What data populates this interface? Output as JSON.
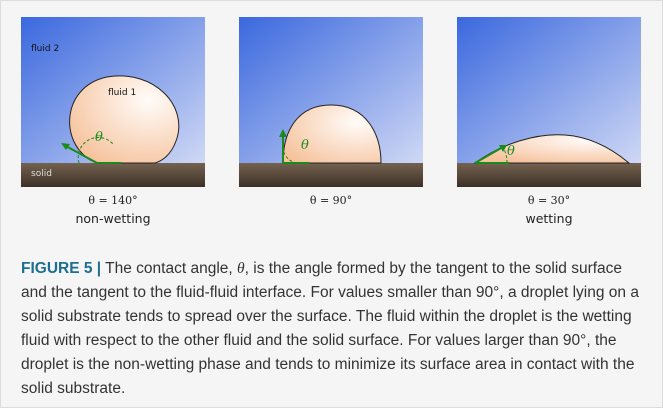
{
  "panels": [
    {
      "fluid2_label": "fluid 2",
      "fluid1_label": "fluid 1",
      "solid_label": "solid",
      "angle_symbol": "θ",
      "angle_value": "θ = 140°",
      "regime": "non-wetting"
    },
    {
      "angle_symbol": "θ",
      "angle_value": "θ = 90°",
      "regime": ""
    },
    {
      "angle_symbol": "θ",
      "angle_value": "θ = 30°",
      "regime": "wetting"
    }
  ],
  "caption": {
    "label": "FIGURE 5 |",
    "text_1": " The contact angle, ",
    "theta": "θ",
    "text_2": ", is the angle formed by the tangent to the solid surface and the tangent to the fluid-fluid interface. For values smaller than 90°, a droplet lying on a solid substrate tends to spread over the surface. The fluid within the droplet is the wetting fluid with respect to the other fluid and the solid surface. For values larger than 90°, the droplet is the non-wetting phase and tends to minimize its surface area in contact with the solid substrate."
  },
  "colors": {
    "fluid_top": "#3f6fe0",
    "fluid_bottom": "#c7d1f3",
    "droplet_light": "#fffaf6",
    "droplet_dark": "#f7c8a5",
    "solid_top": "#6e5a4a",
    "solid_bottom": "#3e3229",
    "tangent_green": "#1a8a1a",
    "caption_label": "#1d6f8f"
  }
}
